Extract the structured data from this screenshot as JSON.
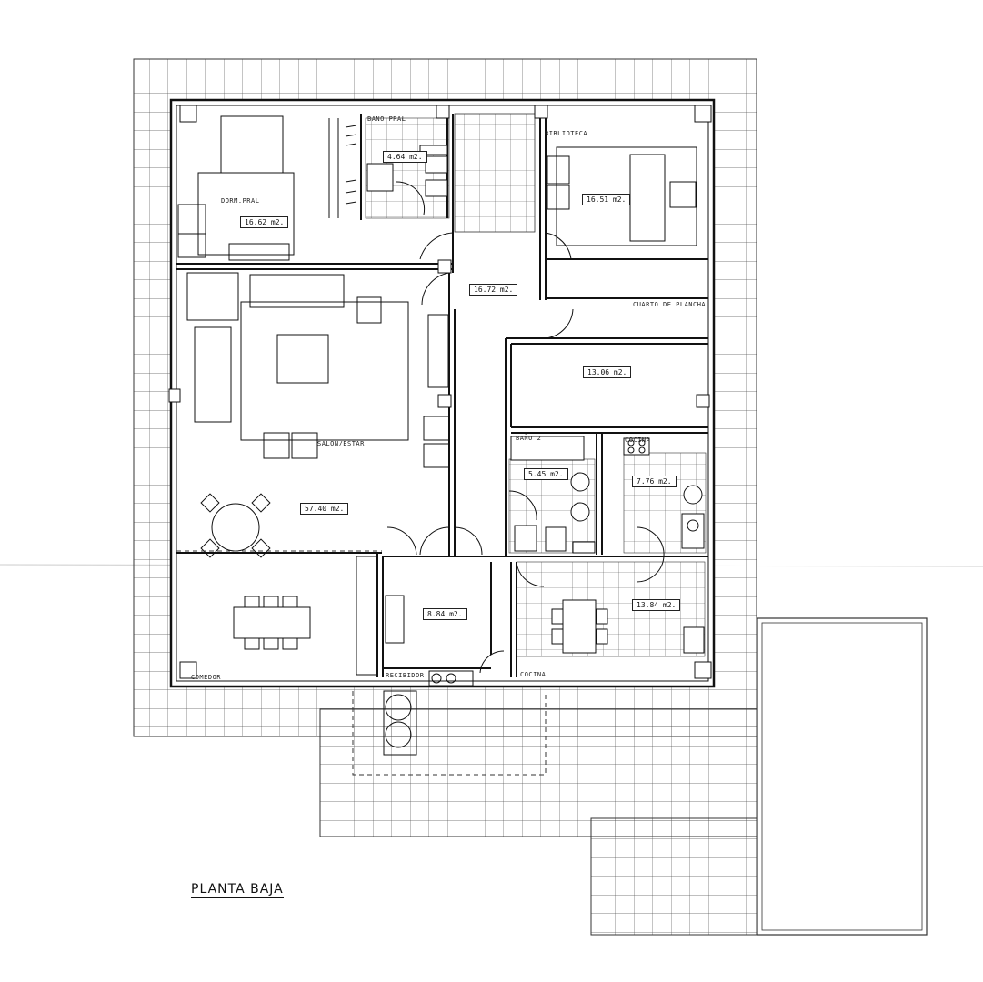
{
  "plan": {
    "title": "PLANTA BAJA",
    "rooms": [
      {
        "key": "dorm_pral",
        "label": "DORM.PRAL",
        "area": "16.62 m2."
      },
      {
        "key": "bano_pral",
        "label": "BAÑO PRAL",
        "area": "4.64 m2."
      },
      {
        "key": "biblioteca",
        "label": "BIBLIOTECA",
        "area": "16.51 m2."
      },
      {
        "key": "hall",
        "label": "",
        "area": "16.72 m2."
      },
      {
        "key": "cuarto_plancha",
        "label": "CUARTO DE PLANCHA",
        "area": "13.06 m2."
      },
      {
        "key": "salon",
        "label": "SALON/ESTAR",
        "area": "57.40 m2."
      },
      {
        "key": "bano2",
        "label": "BAÑO 2",
        "area": "5.45 m2."
      },
      {
        "key": "cocina_top",
        "label": "COCINA",
        "area": "7.76 m2."
      },
      {
        "key": "cocina",
        "label": "COCINA",
        "area": "13.84 m2."
      },
      {
        "key": "comedor",
        "label": "COMEDOR",
        "area": ""
      },
      {
        "key": "recibidor",
        "label": "RECIBIDOR",
        "area": "8.84 m2."
      }
    ]
  }
}
